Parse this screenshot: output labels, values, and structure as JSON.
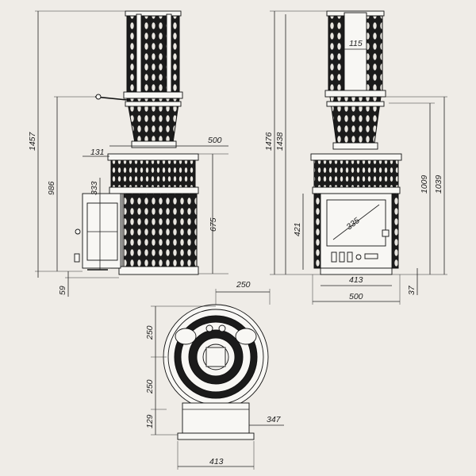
{
  "side_view": {
    "total_height": "1457",
    "pipe_height": "986",
    "leg_height": "59",
    "tank_width": "131",
    "door_height": "333",
    "heater_width": "500",
    "body_height": "675"
  },
  "front_view": {
    "total_height_a": "1476",
    "total_height_b": "1438",
    "flue_width": "115",
    "height_right_a": "1009",
    "height_right_b": "1039",
    "door_height": "421",
    "glass_diagonal": "335",
    "base_width": "413",
    "body_width": "500",
    "foot_height": "37"
  },
  "top_view": {
    "flue_offset": "250",
    "depth_top": "250",
    "depth_mid": "250",
    "depth_bottom": "129",
    "ash_width": "347",
    "base_width": "413"
  }
}
